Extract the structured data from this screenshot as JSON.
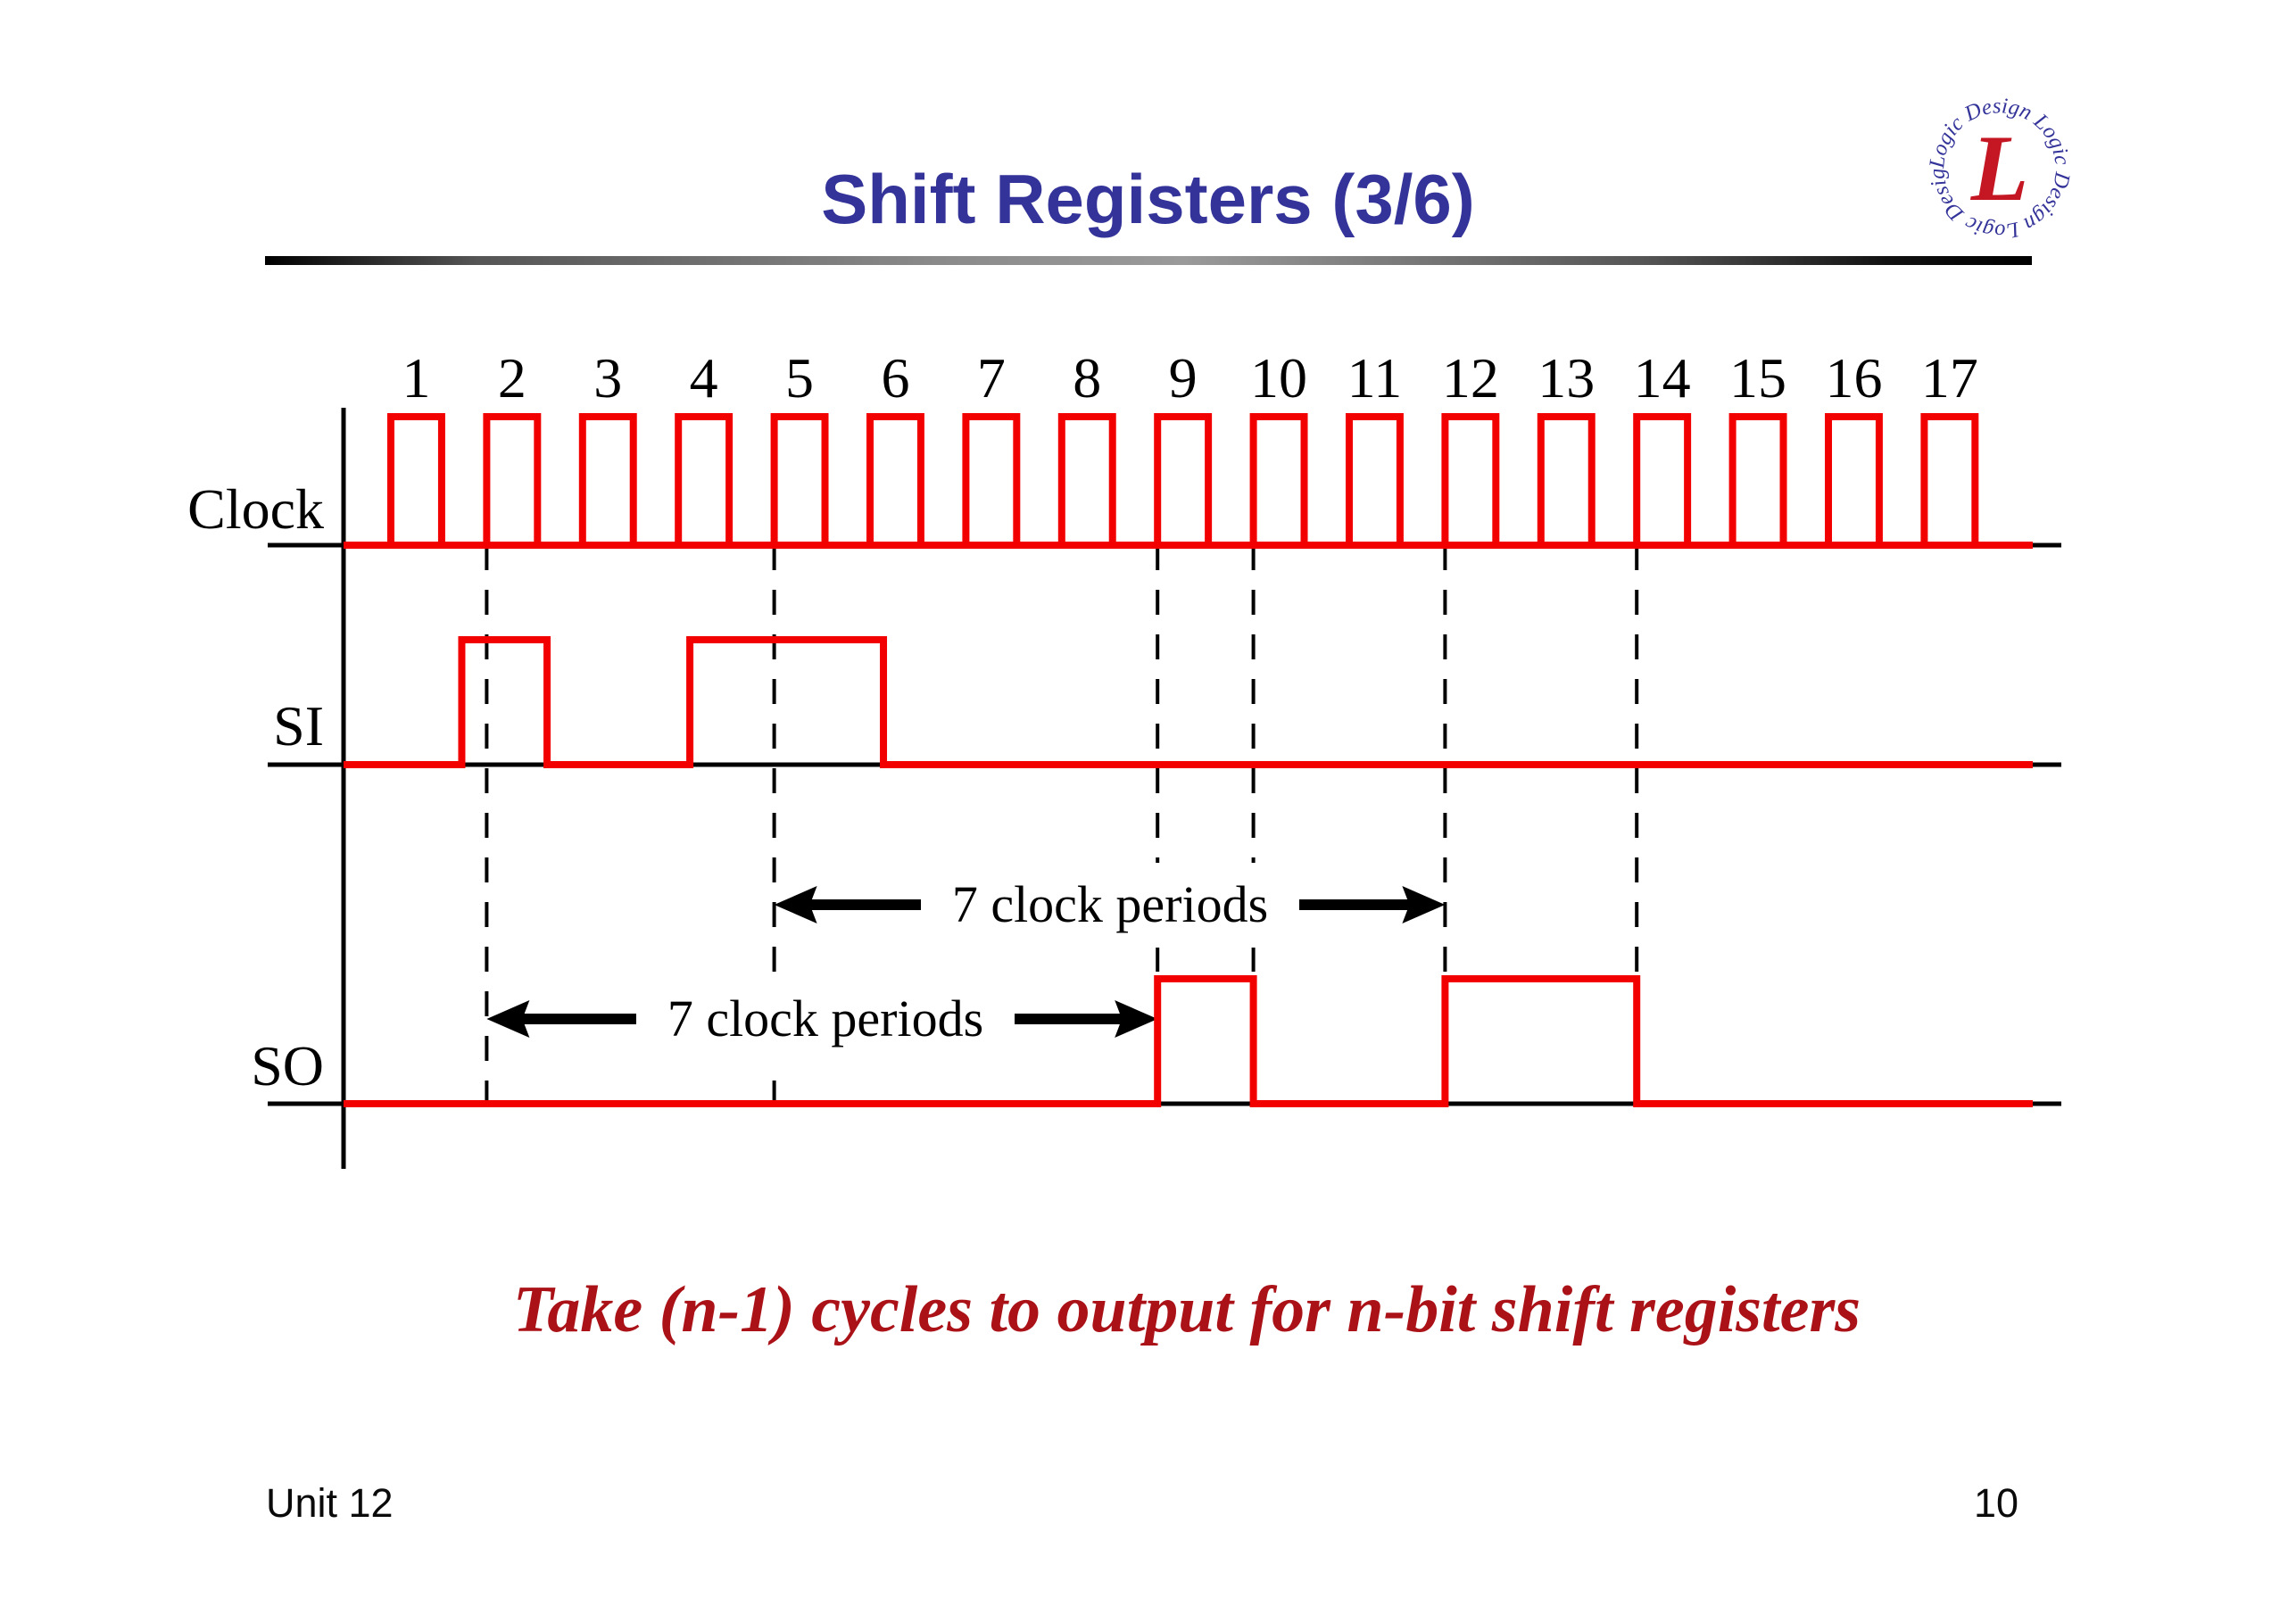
{
  "slide": {
    "title": "Shift Registers (3/6)",
    "caption": "Take (n-1) cycles to output for n-bit shift registers",
    "footer_left": "Unit 12",
    "page_number": "10"
  },
  "logo": {
    "ring_text": "Logic Design Logic Design Logic Design ",
    "center_letter": "L"
  },
  "colors": {
    "title_blue": "#333399",
    "waveform_red": "#f20000",
    "caption_red": "#aa1218",
    "logo_blue": "#333399",
    "logo_red": "#c41723",
    "black": "#000000"
  },
  "diagram": {
    "labels": {
      "clock": "Clock",
      "si": "SI",
      "so": "SO"
    },
    "cycle_numbers": [
      "1",
      "2",
      "3",
      "4",
      "5",
      "6",
      "7",
      "8",
      "9",
      "10",
      "11",
      "12",
      "13",
      "14",
      "15",
      "16",
      "17"
    ],
    "clock": {
      "pulse_count": 17,
      "duty_high_fraction": 0.53
    },
    "si_pulses_periods": [
      [
        0.74,
        1.63
      ],
      [
        3.12,
        5.14
      ]
    ],
    "so_pulses_periods": [
      [
        8,
        9
      ],
      [
        11,
        13
      ]
    ],
    "dashed_guides_at_period": [
      1,
      4,
      8,
      9,
      11,
      13
    ],
    "annotations": [
      {
        "text": "7 clock periods",
        "from_period": 4,
        "to_period": 11
      },
      {
        "text": "7 clock periods",
        "from_period": 1,
        "to_period": 8
      }
    ]
  }
}
